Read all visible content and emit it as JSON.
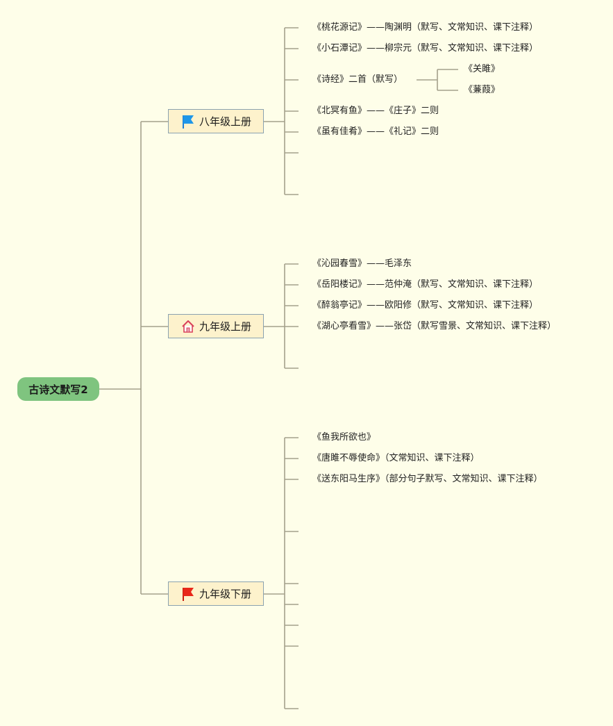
{
  "root": {
    "label": "古诗文默写2"
  },
  "branches": [
    {
      "label": "八年级上册",
      "icon": "blue-flag-icon",
      "items": [
        "《桃花源记》——陶渊明（默写、文常知识、课下注释）",
        "《小石潭记》——柳宗元（默写、文常知识、课下注释）",
        "《诗经》二首（默写）",
        "《北冥有鱼》——《庄子》二则",
        "《虽有佳肴》——《礼记》二则"
      ],
      "sub_items": [
        "《关雎》",
        "《蒹葭》"
      ]
    },
    {
      "label": "九年级上册",
      "icon": "house-icon",
      "items": [
        "《沁园春雪》——毛泽东",
        "《岳阳楼记》——范仲淹（默写、文常知识、课下注释）",
        "《醉翁亭记》——欧阳修（默写、文常知识、课下注释）",
        "《湖心亭看雪》——张岱（默写雪景、文常知识、课下注释）"
      ]
    },
    {
      "label": "九年级下册",
      "icon": "red-flag-icon",
      "items": [
        "《鱼我所欲也》",
        "《唐雎不辱使命》（文常知识、课下注释）",
        "《送东阳马生序》（部分句子默写、文常知识、课下注释）"
      ]
    }
  ]
}
